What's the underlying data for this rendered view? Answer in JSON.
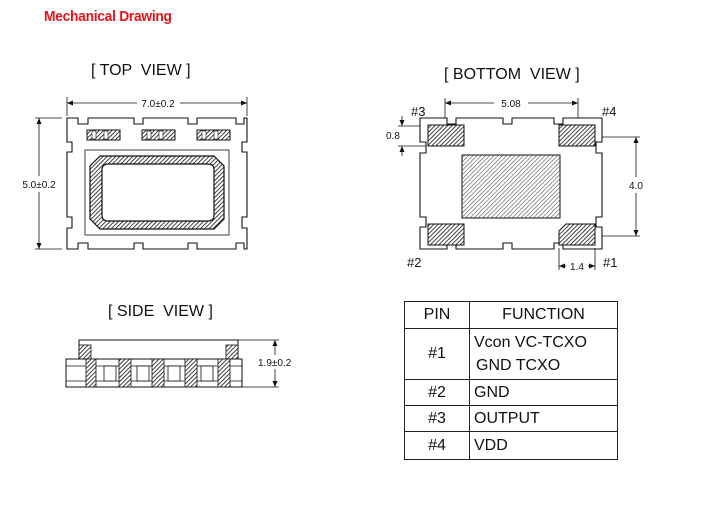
{
  "title": "Mechanical Drawing",
  "views": {
    "top": "[ TOP  VIEW ]",
    "bottom": "[ BOTTOM  VIEW ]",
    "side": "[ SIDE  VIEW ]"
  },
  "dimensions": {
    "top_width": "7.0±0.2",
    "top_height": "5.0±0.2",
    "bottom_pitch": "5.08",
    "bottom_pad": "0.8",
    "bottom_height": "4.0",
    "bottom_pad_width": "1.4",
    "side_height": "1.9±0.2"
  },
  "pin_labels": {
    "p1": "#1",
    "p2": "#2",
    "p3": "#3",
    "p4": "#4"
  },
  "pin_table": {
    "header_pin": "PIN",
    "header_function": "FUNCTION",
    "rows": [
      {
        "pin": "#1",
        "function_line1": "Vcon VC-TCXO",
        "function_line2": "GND  TCXO"
      },
      {
        "pin": "#2",
        "function": "GND"
      },
      {
        "pin": "#3",
        "function": "OUTPUT"
      },
      {
        "pin": "#4",
        "function": "VDD"
      }
    ]
  }
}
